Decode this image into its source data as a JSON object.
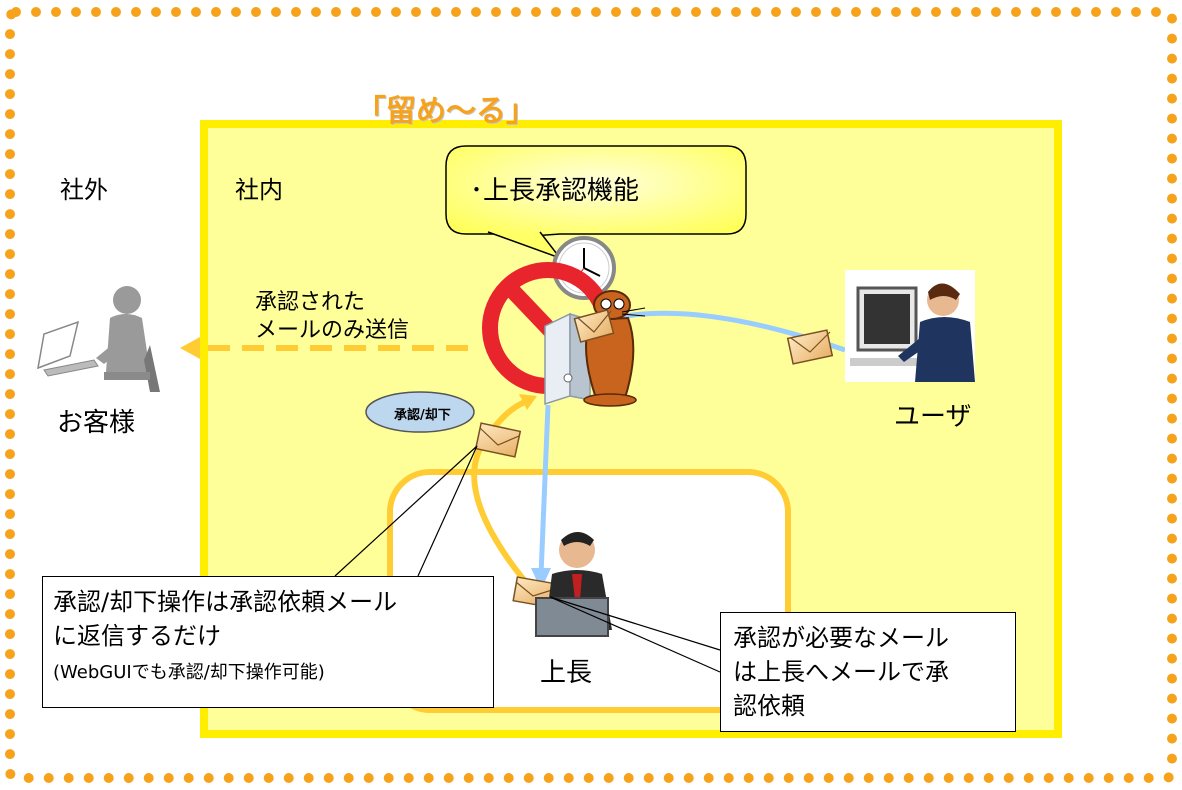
{
  "product_title": "「留め〜る」",
  "zones": {
    "outside_label": "社外",
    "inside_label": "社内"
  },
  "feature_callout": "･上長承認機能",
  "arrow_label": {
    "line1": "承認された",
    "line2": "メールのみ送信"
  },
  "actors": {
    "customer": "お客様",
    "user": "ユーザ",
    "boss": "上長"
  },
  "badge": "承認/却下",
  "left_callout": {
    "line1": "承認/却下操作は承認依頼メール",
    "line2": "に返信するだけ",
    "note": "(WebGUIでも承認/却下操作可能)"
  },
  "right_callout": {
    "line1": "承認が必要なメール",
    "line2": "は上長へメールで承",
    "line3": "認依頼"
  },
  "colors": {
    "border_dots": "#f7a21b",
    "inside_fill": "#ffff99",
    "inside_border": "#ffee00",
    "title_orange": "#f7a21b",
    "balloon_yellow": "#ffff66",
    "blue_arrow": "#99ccff",
    "orange_arrow": "#ffcc33",
    "badge_fill": "#bdd7ee"
  }
}
